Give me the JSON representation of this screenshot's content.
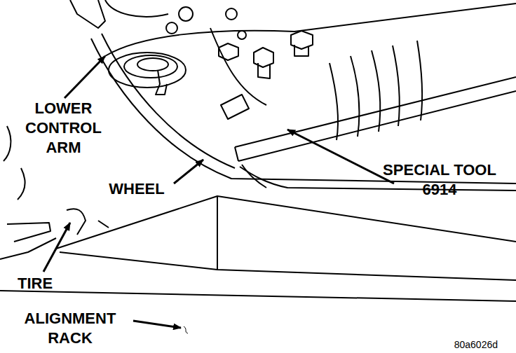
{
  "diagram": {
    "labels": [
      "LOWER CONTROL ARM",
      "WHEEL",
      "SPECIAL TOOL 6914",
      "TIRE",
      "ALIGNMENT RACK",
      "80a6026d"
    ]
  }
}
